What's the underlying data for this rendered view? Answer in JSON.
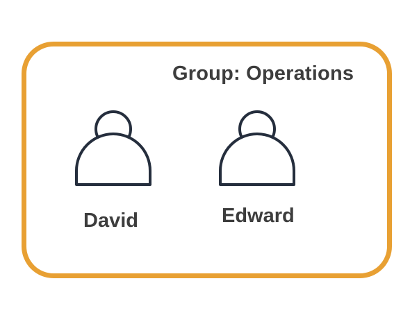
{
  "group": {
    "title": "Group: Operations",
    "border_color": "#E8A033"
  },
  "members": [
    {
      "name": "David",
      "icon": "user-icon"
    },
    {
      "name": "Edward",
      "icon": "user-icon"
    }
  ]
}
